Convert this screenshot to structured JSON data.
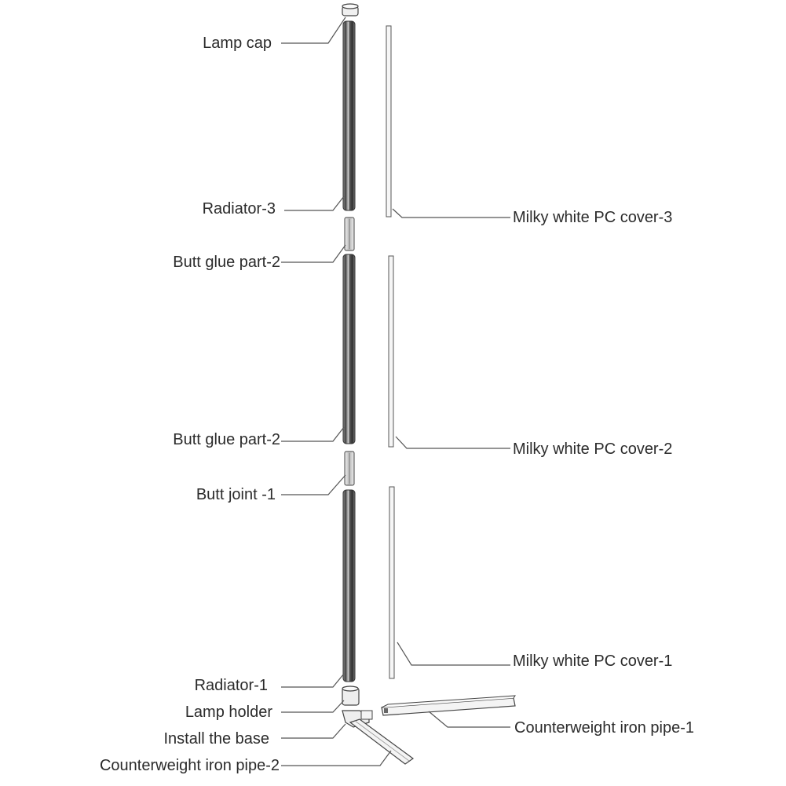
{
  "labels": {
    "lamp_cap": "Lamp cap",
    "radiator_3": "Radiator-3",
    "butt_glue_part_2_upper": "Butt glue part-2",
    "butt_glue_part_2_lower": "Butt glue part-2",
    "butt_joint_1": "Butt joint -1",
    "radiator_1": "Radiator-1",
    "lamp_holder": "Lamp holder",
    "install_the_base": "Install the base",
    "counterweight_iron_pipe_2": "Counterweight iron pipe-2",
    "milky_white_pc_cover_3": "Milky white PC cover-3",
    "milky_white_pc_cover_2": "Milky white PC cover-2",
    "milky_white_pc_cover_1": "Milky white PC cover-1",
    "counterweight_iron_pipe_1": "Counterweight iron pipe-1"
  },
  "colors": {
    "line": "#555555",
    "radiator_dark": "#4a4a4a",
    "radiator_light": "#bdbdbd",
    "cover": "#f4f4f4",
    "text": "#2b2b2b"
  }
}
